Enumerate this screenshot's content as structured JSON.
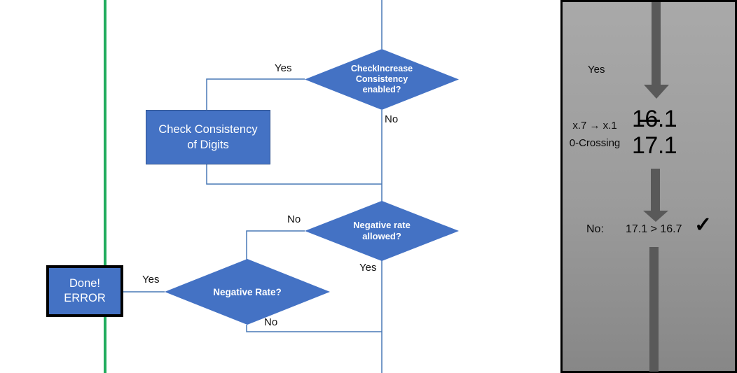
{
  "flowchart": {
    "nodes": {
      "check_increase": "CheckIncrease Consistency enabled?",
      "check_consistency": "Check Consistency of Digits",
      "negative_allowed": "Negative rate allowed?",
      "negative_rate": "Negative Rate?",
      "done_error": "Done! ERROR"
    },
    "edge_labels": {
      "yes_top": "Yes",
      "no_top": "No",
      "no_mid": "No",
      "yes_mid": "Yes",
      "yes_done": "Yes",
      "no_bottom": "No"
    }
  },
  "panel": {
    "yes_label": "Yes",
    "rule_line1": "x.7 → x.1",
    "rule_line2": "0-Crossing",
    "old_value": {
      "pre": "1",
      "struck": "6",
      "post": ".1"
    },
    "new_value": "17.1",
    "result_label": "No:",
    "result_comparison": "17.1 > 16.7",
    "checkmark": "✓"
  },
  "colors": {
    "shape_blue": "#4472C4",
    "shape_border_blue": "#2F528F",
    "connector_blue": "#4878B6",
    "green_line": "#21AC5E",
    "panel_gray_top": "#A9A9A9",
    "panel_gray_bottom": "#878787",
    "arrow_gray": "#595959",
    "done_border": "#000000"
  }
}
